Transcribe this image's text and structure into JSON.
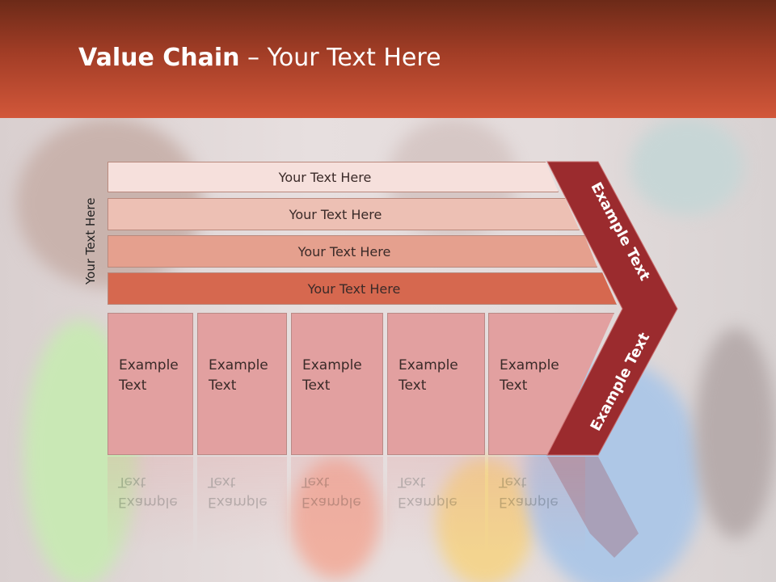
{
  "slide": {
    "title_bold": "Value Chain",
    "title_rest": " – Your Text Here"
  },
  "rows": [
    {
      "label": "Your Text Here",
      "color": "#f6e0dc"
    },
    {
      "label": "Your Text Here",
      "color": "#edc0b4"
    },
    {
      "label": "Your Text Here",
      "color": "#e5a08e"
    },
    {
      "label": "Your Text Here",
      "color": "#d6684f"
    }
  ],
  "side_label": "Your Text Here",
  "columns": [
    {
      "line1": "Example",
      "line2": "Text"
    },
    {
      "line1": "Example",
      "line2": "Text"
    },
    {
      "line1": "Example",
      "line2": "Text"
    },
    {
      "line1": "Example",
      "line2": "Text"
    },
    {
      "line1": "Example",
      "line2": "Text"
    }
  ],
  "chevron": {
    "upper_label": "Example Text",
    "lower_label": "Example Text",
    "color": "#9b2b2e"
  }
}
